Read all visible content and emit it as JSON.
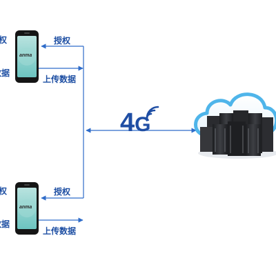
{
  "colors": {
    "line": "#2f6cc9",
    "text": "#1e4fa3",
    "phone_body": "#151515",
    "phone_screen": "#7ecdc9",
    "cloud": "#4fb5ea",
    "server": "#2e2f33"
  },
  "top_device": {
    "auth_label": "授权",
    "upload_label": "上传数据",
    "left_clipped_auth": "权",
    "left_clipped_mid": "",
    "left_clipped_upload": "数据",
    "logo_text": "anma"
  },
  "bottom_device": {
    "auth_label": "授权",
    "upload_label": "上传数据",
    "left_clipped_auth": "权",
    "left_clipped_mid": "",
    "left_clipped_upload": "数据",
    "logo_text": "anma"
  },
  "network": {
    "label_main": "4",
    "label_sub": "G"
  },
  "icons": [
    "phone-icon",
    "wifi-signal-icon",
    "cloud-server-icon",
    "arrow-icon"
  ]
}
